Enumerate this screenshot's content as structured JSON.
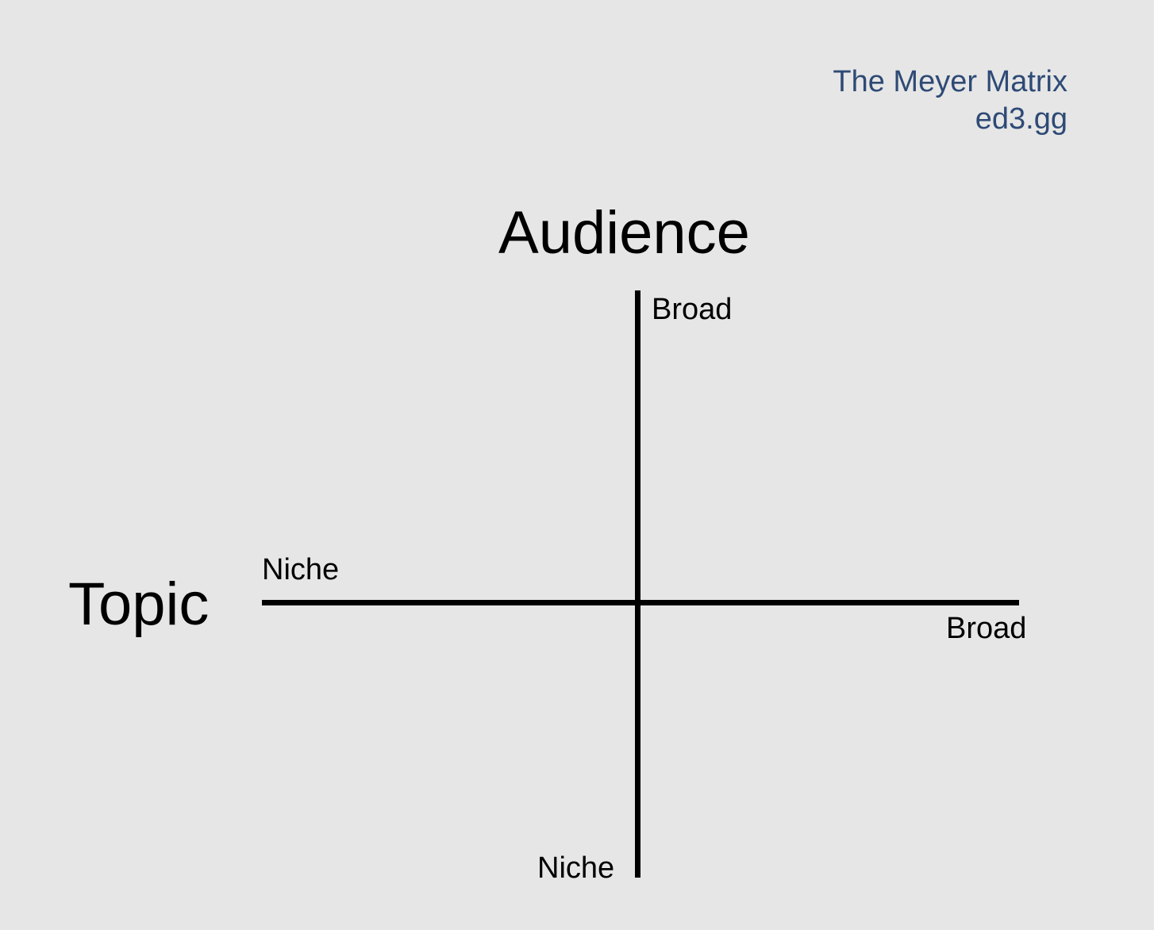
{
  "credit": {
    "title": "The Meyer Matrix",
    "site": "ed3.gg"
  },
  "axes": {
    "vertical": {
      "title": "Audience",
      "top_label": "Broad",
      "bottom_label": "Niche"
    },
    "horizontal": {
      "title": "Topic",
      "left_label": "Niche",
      "right_label": "Broad"
    }
  },
  "colors": {
    "background": "#e6e6e6",
    "credit_text": "#2e4a75",
    "axis": "#000000"
  }
}
